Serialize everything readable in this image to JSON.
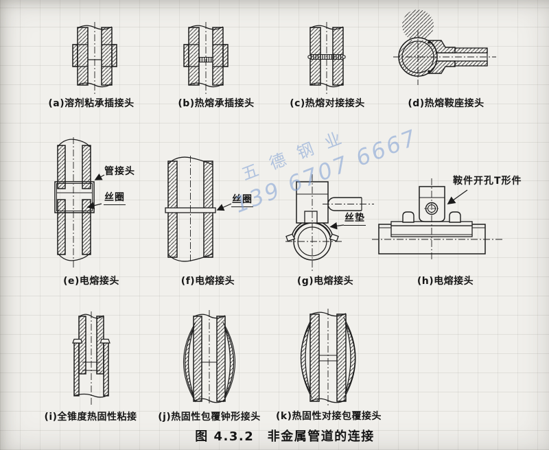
{
  "page": {
    "figure_caption": "图 4.3.2　非金属管道的连接"
  },
  "subfigures": [
    {
      "id": "a",
      "caption": "(a)溶剂粘承插接头",
      "callouts": []
    },
    {
      "id": "b",
      "caption": "(b)热熔承插接头",
      "callouts": []
    },
    {
      "id": "c",
      "caption": "(c)热熔对接接头",
      "callouts": []
    },
    {
      "id": "d",
      "caption": "(d)热熔鞍座接头",
      "callouts": []
    },
    {
      "id": "e",
      "caption": "(e)电熔接头",
      "callouts": [
        "管接头",
        "丝圈"
      ]
    },
    {
      "id": "f",
      "caption": "(f)电熔接头",
      "callouts": [
        "丝圈"
      ]
    },
    {
      "id": "g",
      "caption": "(g)电熔接头",
      "callouts": [
        "丝垫"
      ]
    },
    {
      "id": "h",
      "caption": "(h)电熔接头",
      "callouts": [
        "鞍件开孔T形件"
      ]
    },
    {
      "id": "i",
      "caption": "(i)全锥度热固性粘接",
      "callouts": []
    },
    {
      "id": "j",
      "caption": "(j)热固性包覆钟形接头",
      "callouts": []
    },
    {
      "id": "k",
      "caption": "(k)热固性对接包覆接头",
      "callouts": []
    }
  ],
  "watermark": {
    "company": "五德钢业",
    "phone": "139 6707 6667",
    "color": "#7b9dd4"
  },
  "colors": {
    "paper": "#f1f0ec",
    "ink": "#1d1d1d"
  }
}
